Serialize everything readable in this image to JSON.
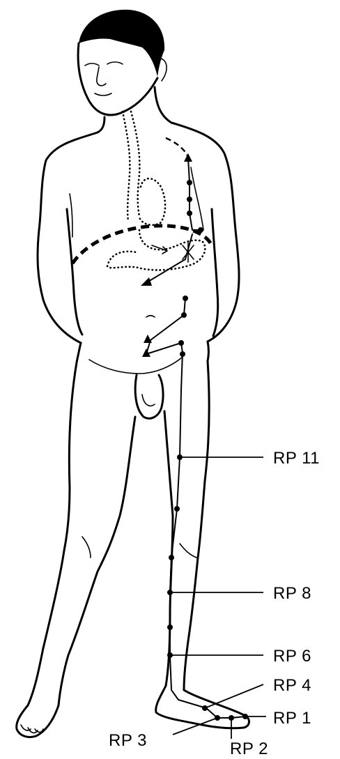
{
  "diagram": {
    "point_labels": [
      {
        "id": "rp11",
        "text": "RP 11"
      },
      {
        "id": "rp8",
        "text": "RP 8"
      },
      {
        "id": "rp6",
        "text": "RP 6"
      },
      {
        "id": "rp4",
        "text": "RP 4"
      },
      {
        "id": "rp1",
        "text": "RP 1"
      },
      {
        "id": "rp3",
        "text": "RP 3"
      },
      {
        "id": "rp2",
        "text": "RP 2"
      }
    ]
  }
}
